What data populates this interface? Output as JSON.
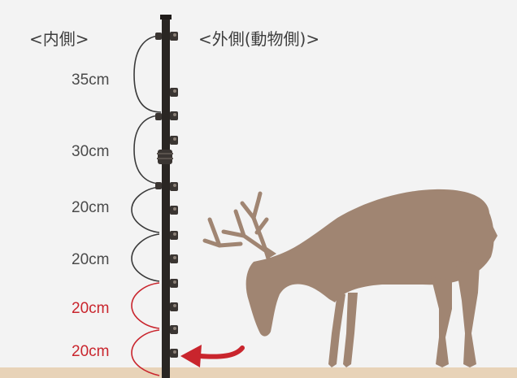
{
  "labels": {
    "inside": "<内側>",
    "outside": "<外側(動物側)>"
  },
  "spacings": [
    {
      "text": "35cm",
      "color": "#4a4a4a"
    },
    {
      "text": "30cm",
      "color": "#4a4a4a"
    },
    {
      "text": "20cm",
      "color": "#4a4a4a"
    },
    {
      "text": "20cm",
      "color": "#4a4a4a"
    },
    {
      "text": "20cm",
      "color": "#c9252d"
    },
    {
      "text": "20cm",
      "color": "#c9252d"
    }
  ],
  "colors": {
    "background": "#f3f3f3",
    "ground": "#e8d3b8",
    "post": "#2a2623",
    "deer": "#a08572",
    "arrow": "#c9252d",
    "bracket_dark": "#3a3a3a",
    "bracket_red": "#c9252d"
  },
  "icons": {
    "arrow": "curved-arrow-left-icon",
    "animal": "deer-silhouette",
    "post": "fence-post",
    "insulator": "wire-insulator-icon"
  }
}
